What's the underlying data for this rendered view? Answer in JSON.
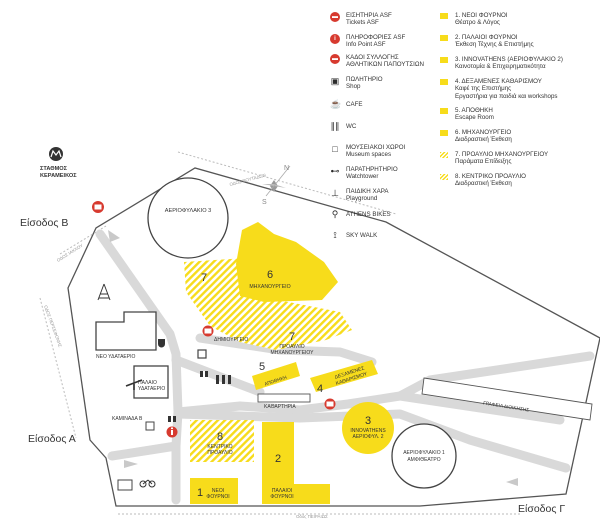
{
  "colors": {
    "accent_yellow": "#f7dc1b",
    "accent_red": "#d73a2f",
    "path_gray": "#d9d9d9",
    "outline": "#555555"
  },
  "legend_left": [
    {
      "icon": "ticket-icon",
      "l1": "ΕΙΣΗΤΗΡΙΑ ASF",
      "l2": "Tickets ASF"
    },
    {
      "icon": "info-icon",
      "l1": "ΠΛΗΡΟΦΟΡΙΕΣ ASF",
      "l2": "Info Point ASF"
    },
    {
      "icon": "shoe-bin-icon",
      "l1": "ΚΑΔΟΙ ΣΥΛΛΟΓΗΣ",
      "l2": "ΑΘΛΗΤΙΚΩΝ ΠΑΠΟΥΤΣΙΩΝ"
    },
    {
      "icon": "gift-icon",
      "l1": "ΠΩΛΗΤΗΡΙΟ",
      "l2": "Shop"
    },
    {
      "icon": "cup-icon",
      "l1": "CAFE",
      "l2": ""
    },
    {
      "icon": "wc-icon",
      "l1": "WC",
      "l2": ""
    },
    {
      "icon": "museum-icon",
      "l1": "ΜΟΥΣΕΙΑΚΟΙ ΧΩΡΟΙ",
      "l2": "Museum spaces"
    },
    {
      "icon": "binoculars-icon",
      "l1": "ΠΑΡΑΤΗΡΗΤΗΡΙΟ",
      "l2": "Watchtower"
    },
    {
      "icon": "playground-icon",
      "l1": "ΠΑΙΔΙΚΗ ΧΑΡΑ",
      "l2": "Playground"
    },
    {
      "icon": "bike-icon",
      "l1": "ATHENS BIKES",
      "l2": ""
    },
    {
      "icon": "skywalk-icon",
      "l1": "SKY WALK",
      "l2": ""
    }
  ],
  "legend_right": [
    {
      "l1": "1. ΝΕΟΙ ΦΟΥΡΝΟΙ",
      "l2": "Θέατρο & Λόγος",
      "hatched": false
    },
    {
      "l1": "2. ΠΑΛΑΙΟΙ ΦΟΥΡΝΟΙ",
      "l2": "Έκθεση Τέχνης & Επιστήμης",
      "hatched": false
    },
    {
      "l1": "3. INNOVATHENS (ΑΕΡΙΟΦΥΛΑΚΙΟ 2)",
      "l2": "Καινοτομία & Επιχειρηματικότητα",
      "hatched": false
    },
    {
      "l1": "4. ΔΕΞΑΜΕΝΕΣ ΚΑΘΑΡΙΣΜΟΥ",
      "l2": "Καφέ της Επιστήμης",
      "l3": "Εργαστήρια για παιδιά και workshops",
      "hatched": false
    },
    {
      "l1": "5. ΑΠΟΘΗΚΗ",
      "l2": "Escape Room",
      "hatched": false
    },
    {
      "l1": "6. ΜΗΧΑΝΟΥΡΓΕΙΟ",
      "l2": "Διαδραστική Έκθεση",
      "hatched": false
    },
    {
      "l1": "7. ΠΡΟΑΥΛΙΟ ΜΗΧΑΝΟΥΡΓΕΙΟΥ",
      "l2": "Παράματα Επίδειξης",
      "hatched": true
    },
    {
      "l1": "8. ΚΕΝΤΡΙΚΟ ΠΡΟΑΥΛΙΟ",
      "l2": "Διαδραστική Έκθεση",
      "hatched": true
    }
  ],
  "metro": {
    "l1": "ΣΤΑΘΜΟΣ",
    "l2": "ΚΕΡΑΜΕΙΚΟΣ"
  },
  "entrances": {
    "b": "Είσοδος Β",
    "a": "Είσοδος Α",
    "g": "Είσοδος Γ"
  },
  "streets": {
    "voutadon": "ΟΔΟΣ ΒΟΥΤΑΔΩΝ",
    "iakchou": "ΟΔΟΣ ΙΑΚΧΟΥ",
    "persefonis": "ΟΔΟΣ ΠΕΡΣΕΦΟΝΗΣ",
    "pireos": "Οδός ΠΕΙΡΑΙΩΣ"
  },
  "compass": {
    "n": "N",
    "s": "S"
  },
  "places": {
    "gasholder3": "ΑΕΡΙΟΦΥΛΑΚΙΟ 3",
    "gasholder1_l1": "ΑΕΡΙΟΦΥΛΑΚΙΟ 1",
    "gasholder1_l2": "ΑΜΦΙΘΕΑΤΡΟ",
    "mech_num": "6",
    "mech_name": "ΜΗΧΑΝΟΥΡΓΕΙΟ",
    "forecourt7_num_a": "7",
    "forecourt7_num_b": "7",
    "forecourt7_l1": "ΠΡΟΑΥΛΙΟ",
    "forecourt7_l2": "ΜΗΧΑΝΟΥΡΓΕΙΟΥ",
    "dimourgeio": "ΔΗΜΙΟΥΡΓΕΙΟ",
    "neo_ydataerio": "ΝΕΟ ΥΔΑΤΑΕΡΙΟ",
    "palaio_l1": "ΠΑΛΑΙΟ",
    "palaio_l2": "ΥΔΑΤΑΕΡΙΟ",
    "apothiki_num": "5",
    "apothiki": "ΑΠΟΘΗΚΗ",
    "kathartiria": "ΚΑΘΑΡΤΗΡΙΑ",
    "tanks_num": "4",
    "tanks_l1": "ΔΕΞΑΜΕΝΕΣ",
    "tanks_l2": "ΚΑΘΑΡΙΣΜΟΥ",
    "grafeia": "ΓΡΑΦΕΙΑ ΔΙΟΙΚΗΣΗΣ",
    "kaminada": "ΚΑΜΙΝΑΔΑ Β",
    "innov_num": "3",
    "innov_l1": "INNOVATHENS",
    "innov_l2": "ΑΕΡΙΟΦΥΛ. 2",
    "central_num": "8",
    "central_l1": "ΚΕΝΤΡΙΚΟ",
    "central_l2": "ΠΡΟΑΥΛΙΟ",
    "old_num": "2",
    "old_l1": "ΠΑΛΑΙΟΙ",
    "old_l2": "ΦΟΥΡΝΟΙ",
    "new_num": "1",
    "new_l1": "ΝΕΟΙ",
    "new_l2": "ΦΟΥΡΝΟΙ"
  }
}
